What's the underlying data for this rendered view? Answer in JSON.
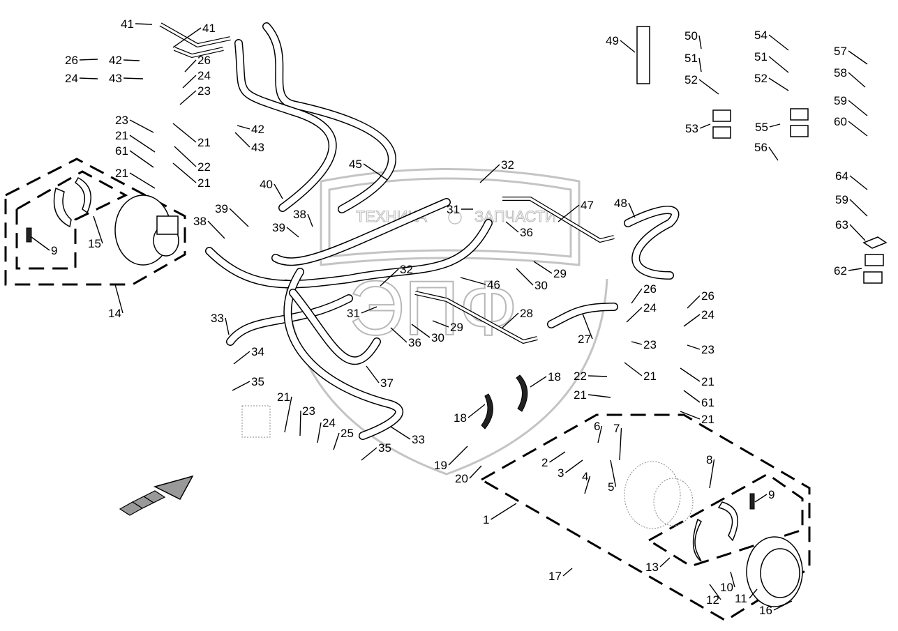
{
  "diagram": {
    "type": "exploded-parts-diagram",
    "subject": "Hydraulic brake lines and wheel hub brake assemblies",
    "watermark": {
      "text_left": "ТЕХНИКА",
      "text_right": "ЗАПЧАСТИ",
      "logo": "ЭПФ"
    },
    "callouts": [
      {
        "id": "c41a",
        "label": "41"
      },
      {
        "id": "c41b",
        "label": "41"
      },
      {
        "id": "c26a",
        "label": "26"
      },
      {
        "id": "c42a",
        "label": "42"
      },
      {
        "id": "c26b",
        "label": "26"
      },
      {
        "id": "c24a",
        "label": "24"
      },
      {
        "id": "c43a",
        "label": "43"
      },
      {
        "id": "c24b",
        "label": "24"
      },
      {
        "id": "c23a",
        "label": "23"
      },
      {
        "id": "c42b",
        "label": "42"
      },
      {
        "id": "c23b",
        "label": "23"
      },
      {
        "id": "c43b",
        "label": "43"
      },
      {
        "id": "c21a",
        "label": "21"
      },
      {
        "id": "c21b",
        "label": "21"
      },
      {
        "id": "c61a",
        "label": "61"
      },
      {
        "id": "c22a",
        "label": "22"
      },
      {
        "id": "c21c",
        "label": "21"
      },
      {
        "id": "c21d",
        "label": "21"
      },
      {
        "id": "c45",
        "label": "45"
      },
      {
        "id": "c40",
        "label": "40"
      },
      {
        "id": "c32a",
        "label": "32"
      },
      {
        "id": "c39a",
        "label": "39"
      },
      {
        "id": "c38a",
        "label": "38"
      },
      {
        "id": "c38b",
        "label": "38"
      },
      {
        "id": "c39b",
        "label": "39"
      },
      {
        "id": "c31a",
        "label": "31"
      },
      {
        "id": "c36a",
        "label": "36"
      },
      {
        "id": "c47",
        "label": "47"
      },
      {
        "id": "c48",
        "label": "48"
      },
      {
        "id": "c15",
        "label": "15"
      },
      {
        "id": "c9a",
        "label": "9"
      },
      {
        "id": "c14",
        "label": "14"
      },
      {
        "id": "c29a",
        "label": "29"
      },
      {
        "id": "c30a",
        "label": "30"
      },
      {
        "id": "c46",
        "label": "46"
      },
      {
        "id": "c32b",
        "label": "32"
      },
      {
        "id": "c31b",
        "label": "31"
      },
      {
        "id": "c29b",
        "label": "29"
      },
      {
        "id": "c30b",
        "label": "30"
      },
      {
        "id": "c28",
        "label": "28"
      },
      {
        "id": "c27",
        "label": "27"
      },
      {
        "id": "c36b",
        "label": "36"
      },
      {
        "id": "c33a",
        "label": "33"
      },
      {
        "id": "c34",
        "label": "34"
      },
      {
        "id": "c35a",
        "label": "35"
      },
      {
        "id": "c37",
        "label": "37"
      },
      {
        "id": "c21e",
        "label": "21"
      },
      {
        "id": "c23c",
        "label": "23"
      },
      {
        "id": "c24c",
        "label": "24"
      },
      {
        "id": "c25",
        "label": "25"
      },
      {
        "id": "c33b",
        "label": "33"
      },
      {
        "id": "c35b",
        "label": "35"
      },
      {
        "id": "c18a",
        "label": "18"
      },
      {
        "id": "c18b",
        "label": "18"
      },
      {
        "id": "c19",
        "label": "19"
      },
      {
        "id": "c20",
        "label": "20"
      },
      {
        "id": "c26c",
        "label": "26"
      },
      {
        "id": "c24d",
        "label": "24"
      },
      {
        "id": "c23d",
        "label": "23"
      },
      {
        "id": "c21f",
        "label": "21"
      },
      {
        "id": "c22b",
        "label": "22"
      },
      {
        "id": "c21g",
        "label": "21"
      },
      {
        "id": "c26d",
        "label": "26"
      },
      {
        "id": "c24e",
        "label": "24"
      },
      {
        "id": "c23e",
        "label": "23"
      },
      {
        "id": "c21h",
        "label": "21"
      },
      {
        "id": "c61b",
        "label": "61"
      },
      {
        "id": "c21i",
        "label": "21"
      },
      {
        "id": "c6",
        "label": "6"
      },
      {
        "id": "c7",
        "label": "7"
      },
      {
        "id": "c2",
        "label": "2"
      },
      {
        "id": "c3",
        "label": "3"
      },
      {
        "id": "c4",
        "label": "4"
      },
      {
        "id": "c5",
        "label": "5"
      },
      {
        "id": "c8",
        "label": "8"
      },
      {
        "id": "c9b",
        "label": "9"
      },
      {
        "id": "c1",
        "label": "1"
      },
      {
        "id": "c13",
        "label": "13"
      },
      {
        "id": "c17",
        "label": "17"
      },
      {
        "id": "c10",
        "label": "10"
      },
      {
        "id": "c12",
        "label": "12"
      },
      {
        "id": "c11",
        "label": "11"
      },
      {
        "id": "c16",
        "label": "16"
      },
      {
        "id": "c49",
        "label": "49"
      },
      {
        "id": "c50",
        "label": "50"
      },
      {
        "id": "c51a",
        "label": "51"
      },
      {
        "id": "c52a",
        "label": "52"
      },
      {
        "id": "c53",
        "label": "53"
      },
      {
        "id": "c54",
        "label": "54"
      },
      {
        "id": "c51b",
        "label": "51"
      },
      {
        "id": "c52b",
        "label": "52"
      },
      {
        "id": "c55",
        "label": "55"
      },
      {
        "id": "c56",
        "label": "56"
      },
      {
        "id": "c57",
        "label": "57"
      },
      {
        "id": "c58",
        "label": "58"
      },
      {
        "id": "c59a",
        "label": "59"
      },
      {
        "id": "c60",
        "label": "60"
      },
      {
        "id": "c64",
        "label": "64"
      },
      {
        "id": "c59b",
        "label": "59"
      },
      {
        "id": "c63",
        "label": "63"
      },
      {
        "id": "c62",
        "label": "62"
      }
    ],
    "direction_arrow": "forward-direction-arrow"
  }
}
